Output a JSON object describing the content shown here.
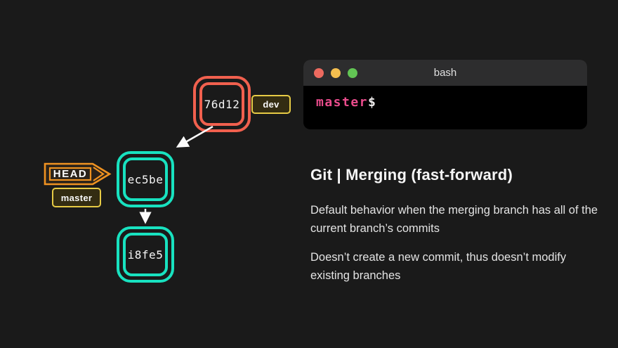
{
  "slide": {
    "title": "Git | Merging (fast-forward)",
    "paragraphs": [
      "Default behavior when the merging branch has all of the current branch’s commits",
      "Doesn’t create a new commit, thus doesn’t modify existing branches"
    ]
  },
  "terminal": {
    "title": "bash",
    "prompt_branch": "master",
    "prompt_symbol": "$",
    "window_controls": [
      "close",
      "minimize",
      "zoom"
    ]
  },
  "graph": {
    "commits": [
      {
        "id": "76d12",
        "color": "#f1604e"
      },
      {
        "id": "ec5be",
        "color": "#18e2c0"
      },
      {
        "id": "i8fe5",
        "color": "#18e2c0"
      }
    ],
    "tags": {
      "dev": "dev",
      "head": "HEAD",
      "master": "master"
    },
    "edges": [
      {
        "from": "76d12",
        "to": "ec5be"
      },
      {
        "from": "ec5be",
        "to": "i8fe5"
      }
    ]
  },
  "colors": {
    "background": "#1a1a1a",
    "commit_red": "#f1604e",
    "commit_teal": "#18e2c0",
    "tag_yellow": "#e7cb45",
    "head_orange": "#ef9221",
    "prompt_pink": "#ea4c8c",
    "traffic_red": "#ed6a5f",
    "traffic_yellow": "#f5bf4f",
    "traffic_green": "#62c554",
    "arrow_white": "#fafafa"
  }
}
